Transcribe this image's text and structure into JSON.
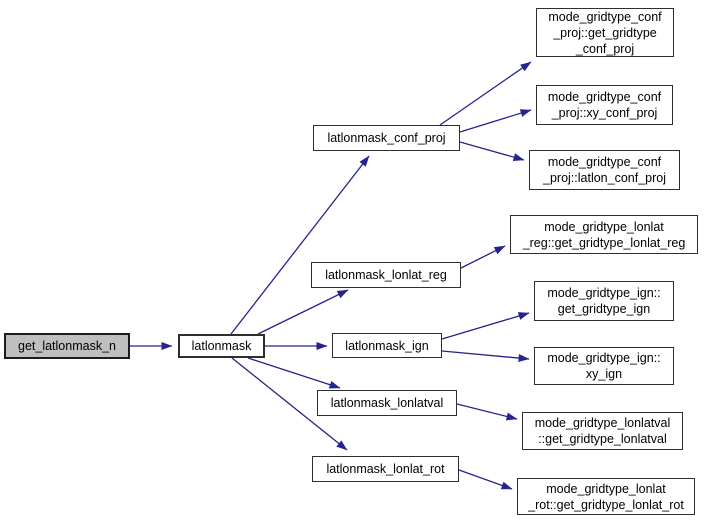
{
  "diagram": {
    "type": "call-graph",
    "background_color": "#ffffff",
    "edge_color": "#24248c",
    "node_fill": "#ffffff",
    "node_border_color": "#2e2e2e",
    "highlighted_node_fill": "#bfbfbf",
    "text_color": "#000000"
  },
  "nodes": [
    {
      "id": "get_latlonmask_n",
      "label": "get_latlonmask_n",
      "highlighted": true
    },
    {
      "id": "latlonmask",
      "label": "latlonmask"
    },
    {
      "id": "latlonmask_conf_proj",
      "label": "latlonmask_conf_proj"
    },
    {
      "id": "latlonmask_lonlat_reg",
      "label": "latlonmask_lonlat_reg"
    },
    {
      "id": "latlonmask_ign",
      "label": "latlonmask_ign"
    },
    {
      "id": "latlonmask_lonlatval",
      "label": "latlonmask_lonlatval"
    },
    {
      "id": "latlonmask_lonlat_rot",
      "label": "latlonmask_lonlat_rot"
    },
    {
      "id": "mode_gridtype_conf_proj::get_gridtype_conf_proj",
      "label": "mode_gridtype_conf\n_proj::get_gridtype\n_conf_proj"
    },
    {
      "id": "mode_gridtype_conf_proj::xy_conf_proj",
      "label": "mode_gridtype_conf\n_proj::xy_conf_proj"
    },
    {
      "id": "mode_gridtype_conf_proj::latlon_conf_proj",
      "label": "mode_gridtype_conf\n_proj::latlon_conf_proj"
    },
    {
      "id": "mode_gridtype_lonlat_reg::get_gridtype_lonlat_reg",
      "label": "mode_gridtype_lonlat\n_reg::get_gridtype_lonlat_reg"
    },
    {
      "id": "mode_gridtype_ign::get_gridtype_ign",
      "label": "mode_gridtype_ign::\nget_gridtype_ign"
    },
    {
      "id": "mode_gridtype_ign::xy_ign",
      "label": "mode_gridtype_ign::\nxy_ign"
    },
    {
      "id": "mode_gridtype_lonlatval::get_gridtype_lonlatval",
      "label": "mode_gridtype_lonlatval\n::get_gridtype_lonlatval"
    },
    {
      "id": "mode_gridtype_lonlat_rot::get_gridtype_lonlat_rot",
      "label": "mode_gridtype_lonlat\n_rot::get_gridtype_lonlat_rot"
    }
  ],
  "edges": [
    {
      "from": "get_latlonmask_n",
      "to": "latlonmask"
    },
    {
      "from": "latlonmask",
      "to": "latlonmask_conf_proj"
    },
    {
      "from": "latlonmask",
      "to": "latlonmask_lonlat_reg"
    },
    {
      "from": "latlonmask",
      "to": "latlonmask_ign"
    },
    {
      "from": "latlonmask",
      "to": "latlonmask_lonlatval"
    },
    {
      "from": "latlonmask",
      "to": "latlonmask_lonlat_rot"
    },
    {
      "from": "latlonmask_conf_proj",
      "to": "mode_gridtype_conf_proj::get_gridtype_conf_proj"
    },
    {
      "from": "latlonmask_conf_proj",
      "to": "mode_gridtype_conf_proj::xy_conf_proj"
    },
    {
      "from": "latlonmask_conf_proj",
      "to": "mode_gridtype_conf_proj::latlon_conf_proj"
    },
    {
      "from": "latlonmask_lonlat_reg",
      "to": "mode_gridtype_lonlat_reg::get_gridtype_lonlat_reg"
    },
    {
      "from": "latlonmask_ign",
      "to": "mode_gridtype_ign::get_gridtype_ign"
    },
    {
      "from": "latlonmask_ign",
      "to": "mode_gridtype_ign::xy_ign"
    },
    {
      "from": "latlonmask_lonlatval",
      "to": "mode_gridtype_lonlatval::get_gridtype_lonlatval"
    },
    {
      "from": "latlonmask_lonlat_rot",
      "to": "mode_gridtype_lonlat_rot::get_gridtype_lonlat_rot"
    }
  ]
}
